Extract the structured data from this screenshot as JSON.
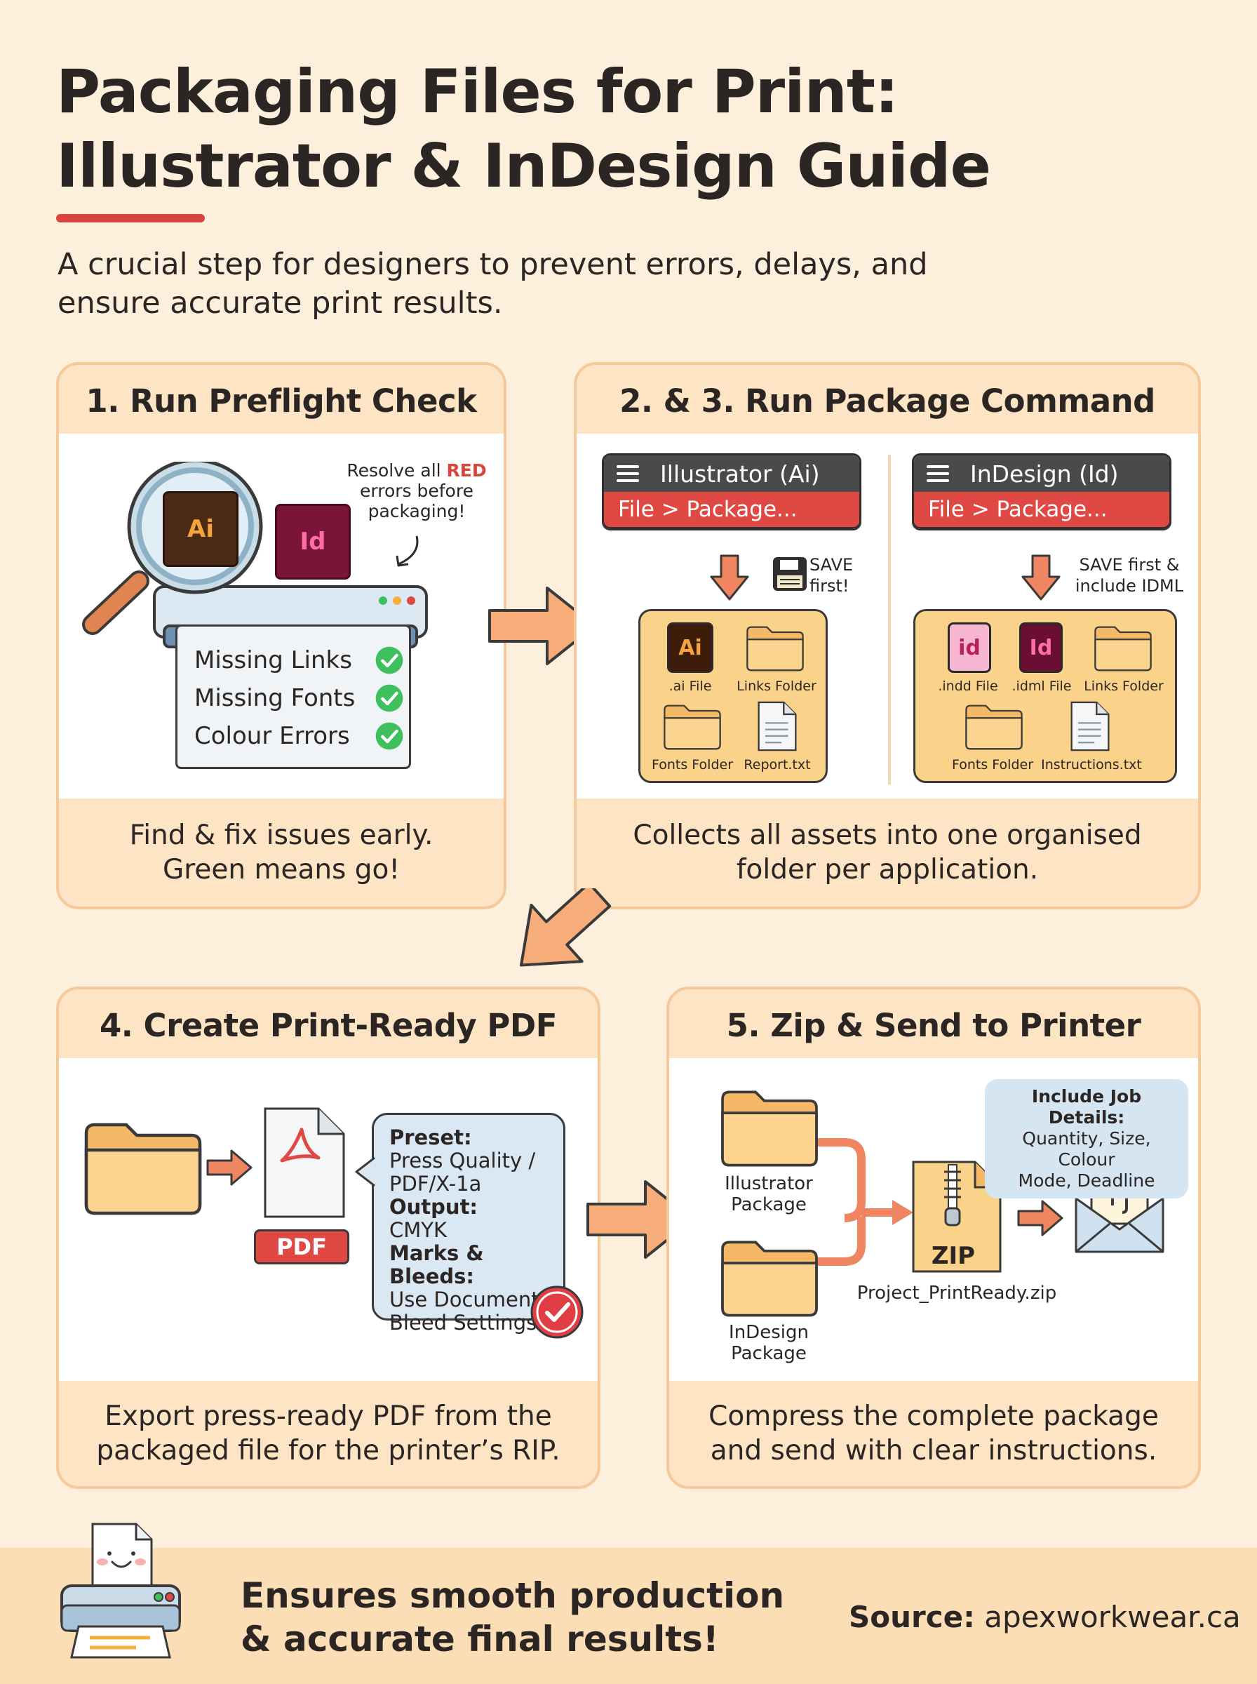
{
  "header": {
    "title_line1": "Packaging Files for Print:",
    "title_line2": "Illustrator & InDesign Guide",
    "subtitle_line1": "A crucial step for designers to prevent errors, delays, and",
    "subtitle_line2": "ensure accurate print results."
  },
  "colors": {
    "background": "#fcefdc",
    "card_fill": "#fde4c4",
    "card_border": "#f4c99b",
    "accent_red": "#d9453d",
    "arrow_orange": "#f3a873",
    "check_green": "#3fbf5e",
    "folder_yellow": "#fbd28a"
  },
  "step1": {
    "heading": "1. Run Preflight Check",
    "note_line1": "Resolve all",
    "note_red": "RED",
    "note_line2": "errors before",
    "note_line3": "packaging!",
    "ai_label": "Ai",
    "id_label": "Id",
    "checks": [
      "Missing Links",
      "Missing Fonts",
      "Colour Errors"
    ],
    "caption_line1": "Find & fix issues early.",
    "caption_line2": "Green means go!"
  },
  "step23": {
    "heading": "2. & 3. Run Package Command",
    "illustrator": {
      "app_name": "Illustrator (Ai)",
      "menu_path": "File > Package...",
      "save_note_line1": "SAVE",
      "save_note_line2": "first!",
      "tile_label": "Ai",
      "items": [
        ".ai File",
        "Links Folder",
        "Fonts Folder",
        "Report.txt"
      ]
    },
    "indesign": {
      "app_name": "InDesign (Id)",
      "menu_path": "File > Package...",
      "save_note_line1": "SAVE first &",
      "save_note_line2": "include IDML",
      "tile1_label": "id",
      "tile2_label": "Id",
      "items": [
        ".indd File",
        ".idml File",
        "Links Folder",
        "Fonts Folder",
        "Instructions.txt"
      ]
    },
    "caption_line1": "Collects all assets into one organised",
    "caption_line2": "folder per application."
  },
  "step4": {
    "heading": "4. Create Print-Ready PDF",
    "pdf_badge": "PDF",
    "preset_label": "Preset:",
    "preset_value_line1": "Press Quality /",
    "preset_value_line2": "PDF/X-1a",
    "output_label": "Output:",
    "output_value": "CMYK",
    "marks_label": "Marks & Bleeds:",
    "marks_value_line1": "Use Document",
    "marks_value_line2": "Bleed Settings",
    "caption_line1": "Export press-ready PDF from the",
    "caption_line2": "packaged file for the printer’s RIP."
  },
  "step5": {
    "heading": "5. Zip & Send to Printer",
    "folder1_line1": "Illustrator",
    "folder1_line2": "Package",
    "folder2_line1": "InDesign",
    "folder2_line2": "Package",
    "zip_label": "ZIP",
    "zip_filename": "Project_PrintReady.zip",
    "job_title": "Include Job Details:",
    "job_line1": "Quantity, Size, Colour",
    "job_line2": "Mode, Deadline",
    "caption_line1": "Compress the complete package",
    "caption_line2": "and send with clear instructions."
  },
  "footer": {
    "line1": "Ensures smooth production",
    "line2": "& accurate final results!",
    "source_label": "Source:",
    "source_value": "apexworkwear.ca"
  }
}
